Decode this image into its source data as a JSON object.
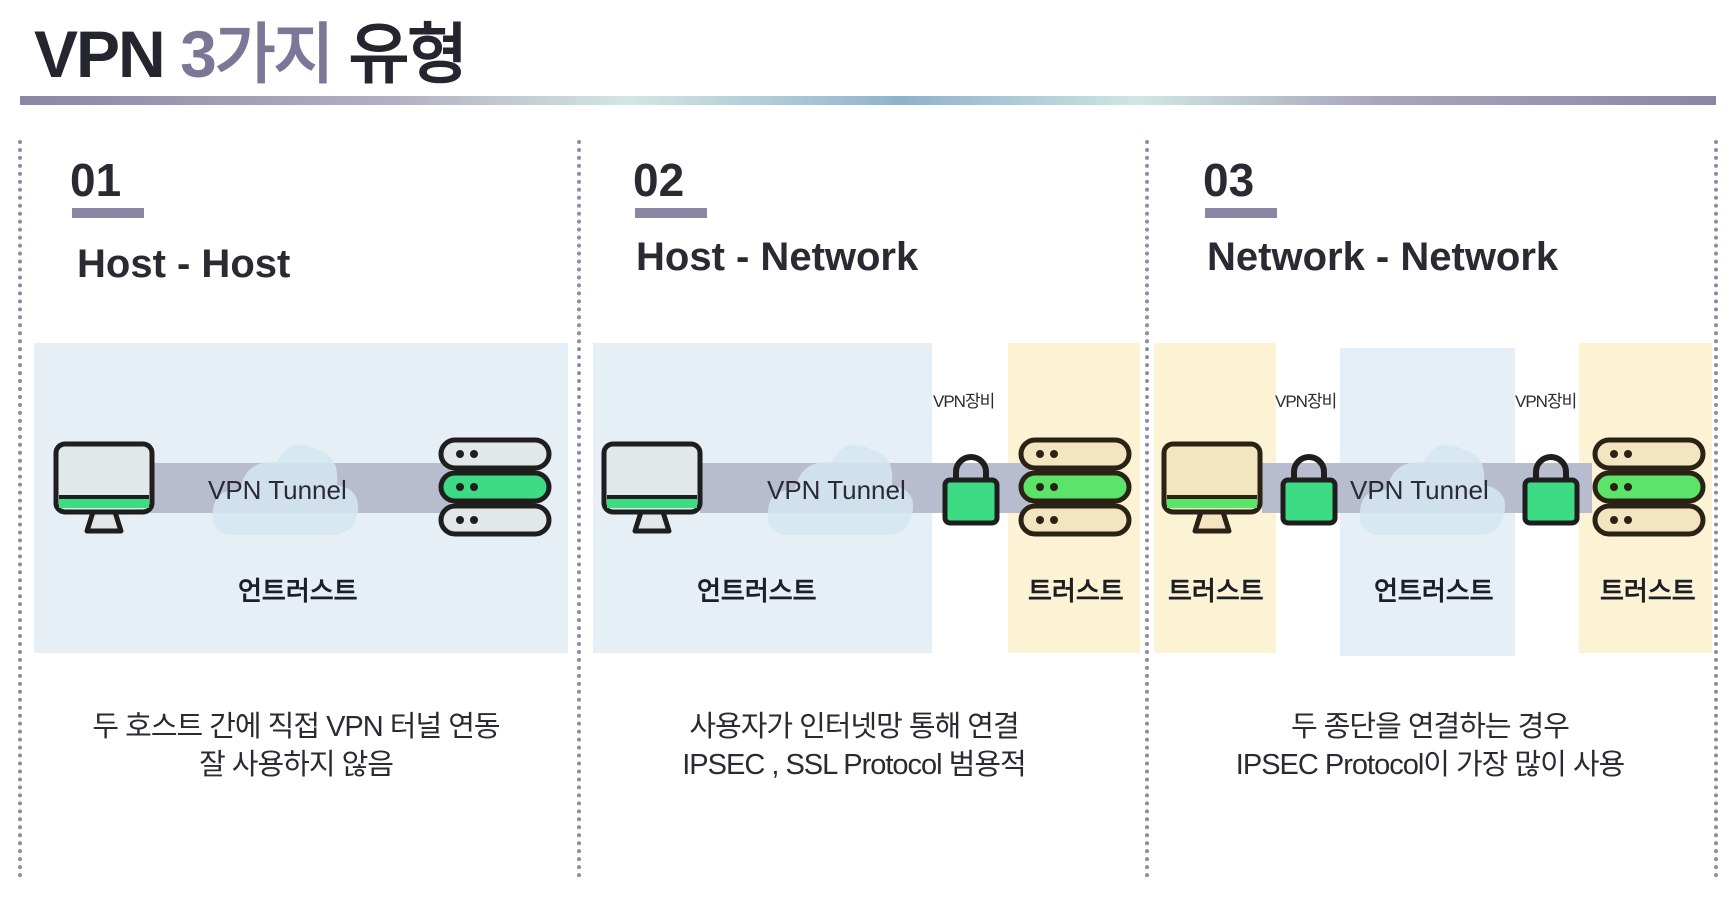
{
  "title": {
    "part1": "VPN",
    "part2": "3가지",
    "part3": "유형"
  },
  "panels": [
    {
      "number": "01",
      "title": "Host - Host",
      "tunnel_label": "VPN Tunnel",
      "zones": [
        "언트러스트"
      ],
      "devices": [],
      "desc": [
        "두 호스트 간에 직접 VPN 터널 연동",
        "잘 사용하지 않음"
      ]
    },
    {
      "number": "02",
      "title": "Host - Network",
      "tunnel_label": "VPN Tunnel",
      "zones": [
        "언트러스트",
        "트러스트"
      ],
      "devices": [
        "VPN장비"
      ],
      "desc": [
        "사용자가 인터넷망 통해 연결",
        "IPSEC , SSL Protocol 범용적"
      ]
    },
    {
      "number": "03",
      "title": "Network - Network",
      "tunnel_label": "VPN Tunnel",
      "zones": [
        "트러스트",
        "언트러스트",
        "트러스트"
      ],
      "devices": [
        "VPN장비",
        "VPN장비"
      ],
      "desc": [
        "두 종단을 연결하는 경우",
        "IPSEC Protocol이 가장 많이 사용"
      ]
    }
  ],
  "colors": {
    "untrust_zone": "#e6eff5",
    "trust_zone": "#fcf3d5",
    "tunnel": "#b8bccf",
    "accent_green": "#3ddc84",
    "accent_purple": "#8a86a4"
  }
}
